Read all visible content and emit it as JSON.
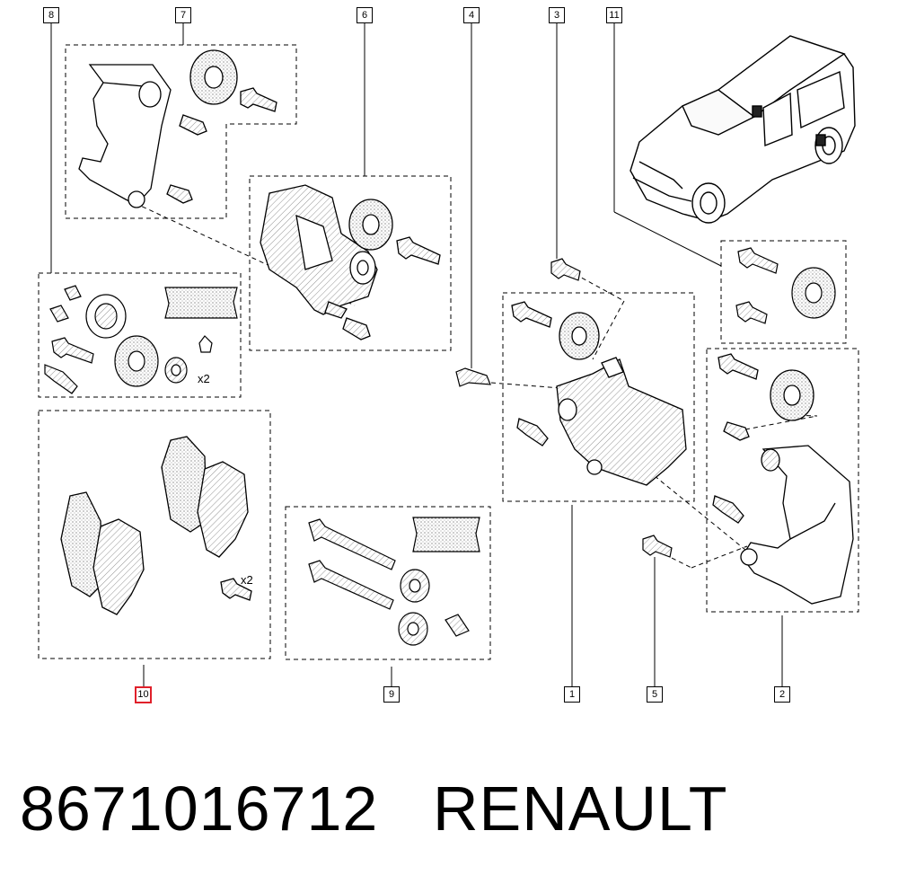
{
  "callouts": {
    "c1": "1",
    "c2": "2",
    "c3": "3",
    "c4": "4",
    "c5": "5",
    "c6": "6",
    "c7": "7",
    "c8": "8",
    "c9": "9",
    "c10": "10",
    "c11": "11"
  },
  "highlighted_callout": "10",
  "quantities": {
    "q8": "x2",
    "q10": "x2"
  },
  "footer": {
    "part_number": "8671016712",
    "brand": "RENAULT"
  },
  "colors": {
    "line": "#000000",
    "highlight": "#e0202a",
    "part_fill": "#f4f4f4"
  }
}
